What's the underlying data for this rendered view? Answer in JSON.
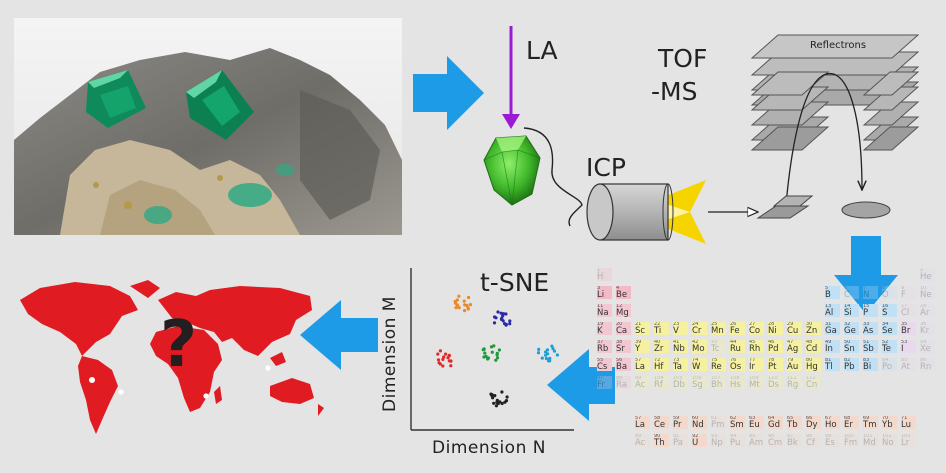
{
  "labels": {
    "la": "LA",
    "icp": "ICP",
    "tof_line1": "TOF",
    "tof_line2": "-MS",
    "reflectrons": "Reflectrons",
    "tsne": "t-SNE",
    "dimension_m": "Dimension M",
    "dimension_n": "Dimension N",
    "question": "?"
  },
  "colors": {
    "arrow_blue": "#1e9be6",
    "laser_purple": "#9a1ad6",
    "map_red": "#e01b22",
    "gem_green": "#3fb82a",
    "plume_yellow": "#f5d400"
  },
  "icons": [
    "emerald-photo",
    "blue-arrow",
    "laser-beam",
    "gem",
    "plasma-torch",
    "reflectron-stack",
    "detector",
    "periodic-table",
    "scatter-plot",
    "world-map"
  ],
  "tsne_clusters": [
    {
      "color": "#e8892a"
    },
    {
      "color": "#2a2aa6"
    },
    {
      "color": "#e02a2a"
    },
    {
      "color": "#1e9a3a"
    },
    {
      "color": "#1e9fd8"
    },
    {
      "color": "#222222"
    }
  ],
  "periodic_table": [
    {
      "n": "1",
      "s": "H"
    },
    {
      "n": "2",
      "s": "He"
    },
    {
      "n": "3",
      "s": "Li"
    },
    {
      "n": "4",
      "s": "Be"
    },
    {
      "n": "5",
      "s": "B"
    },
    {
      "n": "6",
      "s": "C"
    },
    {
      "n": "7",
      "s": "N"
    },
    {
      "n": "8",
      "s": "O"
    },
    {
      "n": "9",
      "s": "F"
    },
    {
      "n": "10",
      "s": "Ne"
    },
    {
      "n": "11",
      "s": "Na"
    },
    {
      "n": "12",
      "s": "Mg"
    },
    {
      "n": "13",
      "s": "Al"
    },
    {
      "n": "14",
      "s": "Si"
    },
    {
      "n": "15",
      "s": "P"
    },
    {
      "n": "16",
      "s": "S"
    },
    {
      "n": "17",
      "s": "Cl"
    },
    {
      "n": "18",
      "s": "Ar"
    },
    {
      "n": "19",
      "s": "K"
    },
    {
      "n": "20",
      "s": "Ca"
    },
    {
      "n": "21",
      "s": "Sc"
    },
    {
      "n": "22",
      "s": "Ti"
    },
    {
      "n": "23",
      "s": "V"
    },
    {
      "n": "24",
      "s": "Cr"
    },
    {
      "n": "25",
      "s": "Mn"
    },
    {
      "n": "26",
      "s": "Fe"
    },
    {
      "n": "27",
      "s": "Co"
    },
    {
      "n": "28",
      "s": "Ni"
    },
    {
      "n": "29",
      "s": "Cu"
    },
    {
      "n": "30",
      "s": "Zn"
    },
    {
      "n": "31",
      "s": "Ga"
    },
    {
      "n": "32",
      "s": "Ge"
    },
    {
      "n": "33",
      "s": "As"
    },
    {
      "n": "34",
      "s": "Se"
    },
    {
      "n": "35",
      "s": "Br"
    },
    {
      "n": "36",
      "s": "Kr"
    },
    {
      "n": "37",
      "s": "Rb"
    },
    {
      "n": "38",
      "s": "Sr"
    },
    {
      "n": "39",
      "s": "Y"
    },
    {
      "n": "40",
      "s": "Zr"
    },
    {
      "n": "41",
      "s": "Nb"
    },
    {
      "n": "42",
      "s": "Mo"
    },
    {
      "n": "43",
      "s": "Tc"
    },
    {
      "n": "44",
      "s": "Ru"
    },
    {
      "n": "45",
      "s": "Rh"
    },
    {
      "n": "46",
      "s": "Pd"
    },
    {
      "n": "47",
      "s": "Ag"
    },
    {
      "n": "48",
      "s": "Cd"
    },
    {
      "n": "49",
      "s": "In"
    },
    {
      "n": "50",
      "s": "Sn"
    },
    {
      "n": "51",
      "s": "Sb"
    },
    {
      "n": "52",
      "s": "Te"
    },
    {
      "n": "53",
      "s": "I"
    },
    {
      "n": "54",
      "s": "Xe"
    },
    {
      "n": "55",
      "s": "Cs"
    },
    {
      "n": "56",
      "s": "Ba"
    },
    {
      "n": "57",
      "s": "La"
    },
    {
      "n": "72",
      "s": "Hf"
    },
    {
      "n": "73",
      "s": "Ta"
    },
    {
      "n": "74",
      "s": "W"
    },
    {
      "n": "75",
      "s": "Re"
    },
    {
      "n": "76",
      "s": "Os"
    },
    {
      "n": "77",
      "s": "Ir"
    },
    {
      "n": "78",
      "s": "Pt"
    },
    {
      "n": "79",
      "s": "Au"
    },
    {
      "n": "80",
      "s": "Hg"
    },
    {
      "n": "81",
      "s": "Tl"
    },
    {
      "n": "82",
      "s": "Pb"
    },
    {
      "n": "83",
      "s": "Bi"
    },
    {
      "n": "84",
      "s": "Po"
    },
    {
      "n": "85",
      "s": "At"
    },
    {
      "n": "86",
      "s": "Rn"
    },
    {
      "n": "87",
      "s": "Fr"
    },
    {
      "n": "88",
      "s": "Ra"
    },
    {
      "n": "89",
      "s": "Ac"
    },
    {
      "n": "104",
      "s": "Rf"
    },
    {
      "n": "105",
      "s": "Db"
    },
    {
      "n": "106",
      "s": "Sg"
    },
    {
      "n": "107",
      "s": "Bh"
    },
    {
      "n": "108",
      "s": "Hs"
    },
    {
      "n": "109",
      "s": "Mt"
    },
    {
      "n": "110",
      "s": "Ds"
    },
    {
      "n": "111",
      "s": "Rg"
    },
    {
      "n": "112",
      "s": "Cn"
    },
    {
      "n": "57",
      "s": "La"
    },
    {
      "n": "58",
      "s": "Ce"
    },
    {
      "n": "59",
      "s": "Pr"
    },
    {
      "n": "60",
      "s": "Nd"
    },
    {
      "n": "61",
      "s": "Pm"
    },
    {
      "n": "62",
      "s": "Sm"
    },
    {
      "n": "63",
      "s": "Eu"
    },
    {
      "n": "64",
      "s": "Gd"
    },
    {
      "n": "65",
      "s": "Tb"
    },
    {
      "n": "66",
      "s": "Dy"
    },
    {
      "n": "67",
      "s": "Ho"
    },
    {
      "n": "68",
      "s": "Er"
    },
    {
      "n": "69",
      "s": "Tm"
    },
    {
      "n": "70",
      "s": "Yb"
    },
    {
      "n": "71",
      "s": "Lu"
    },
    {
      "n": "89",
      "s": "Ac"
    },
    {
      "n": "90",
      "s": "Th"
    },
    {
      "n": "91",
      "s": "Pa"
    },
    {
      "n": "92",
      "s": "U"
    },
    {
      "n": "93",
      "s": "Np"
    },
    {
      "n": "94",
      "s": "Pu"
    },
    {
      "n": "95",
      "s": "Am"
    },
    {
      "n": "96",
      "s": "Cm"
    },
    {
      "n": "97",
      "s": "Bk"
    },
    {
      "n": "98",
      "s": "Cf"
    },
    {
      "n": "99",
      "s": "Es"
    },
    {
      "n": "100",
      "s": "Fm"
    },
    {
      "n": "101",
      "s": "Md"
    },
    {
      "n": "102",
      "s": "No"
    },
    {
      "n": "103",
      "s": "Lr"
    }
  ]
}
